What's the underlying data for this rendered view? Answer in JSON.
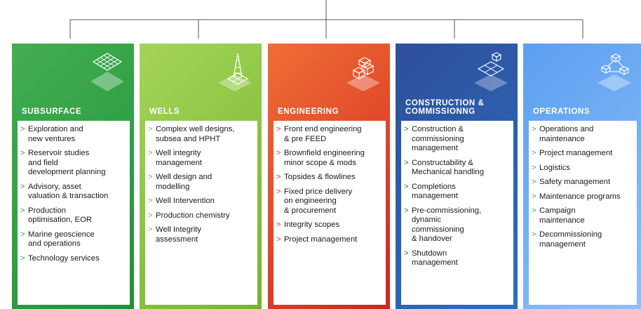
{
  "colors": {
    "line": "#555555",
    "iso_stroke": "#ffffff"
  },
  "cards": [
    {
      "id": "subsurface",
      "title": "SUBSURFACE",
      "icon": "grid-layers-icon",
      "bg": "linear-gradient(135deg, #43ae52 0%, #20913a 100%)",
      "arrow_color": "#2d9a3f",
      "items": [
        "Exploration and\nnew ventures",
        "Reservoir studies\nand field\ndevelopment planning",
        "Advisory, asset\nvaluation & transaction",
        "Production\noptimisation, EOR",
        "Marine geoscience\nand operations",
        "Technology services"
      ]
    },
    {
      "id": "wells",
      "title": "WELLS",
      "icon": "drilling-rig-icon",
      "bg": "linear-gradient(135deg, #a4d45a 0%, #76b42d 100%)",
      "arrow_color": "#7cb534",
      "items": [
        "Complex well designs,\nsubsea and HPHT",
        "Well integrity\nmanagement",
        "Well design and\nmodelling",
        "Well Intervention",
        "Production chemistry",
        "Well Integrity\nassessment"
      ]
    },
    {
      "id": "engineering",
      "title": "ENGINEERING",
      "icon": "blocks-stack-icon",
      "bg": "linear-gradient(135deg, #f06e35 0%, #cf2420 100%)",
      "arrow_color": "#d9362a",
      "items": [
        "Front end engineering\n& pre FEED",
        "Brownfield engineering\nminor scope & mods",
        "Topsides & flowlines",
        "Fixed price delivery\non engineering\n& procurement",
        "Integrity scopes",
        "Project management"
      ]
    },
    {
      "id": "construction",
      "title": "CONSTRUCTION &\nCOMMISSIONNG",
      "icon": "modules-icon",
      "bg": "linear-gradient(135deg, #2f4f9a 0%, #2a6fc0 100%)",
      "arrow_color": "#2c5aa8",
      "items": [
        "Construction &\ncommissioning\nmanagement",
        "Constructability &\nMechanical handling",
        "Completions\nmanagement",
        "Pre-commissioning,\ndynamic\ncommissioning\n& handover",
        "Shutdown\nmanagement"
      ]
    },
    {
      "id": "operations",
      "title": "OPERATIONS",
      "icon": "network-nodes-icon",
      "bg": "linear-gradient(135deg, #5b9ff0 0%, #8ec0f8 100%)",
      "arrow_color": "#4f8fe0",
      "items": [
        "Operations and\nmaintenance",
        "Project management",
        "Logistics",
        "Safety management",
        "Maintenance programs",
        "Campaign\nmaintenance",
        "Decommissioning\nmanagement"
      ]
    }
  ]
}
